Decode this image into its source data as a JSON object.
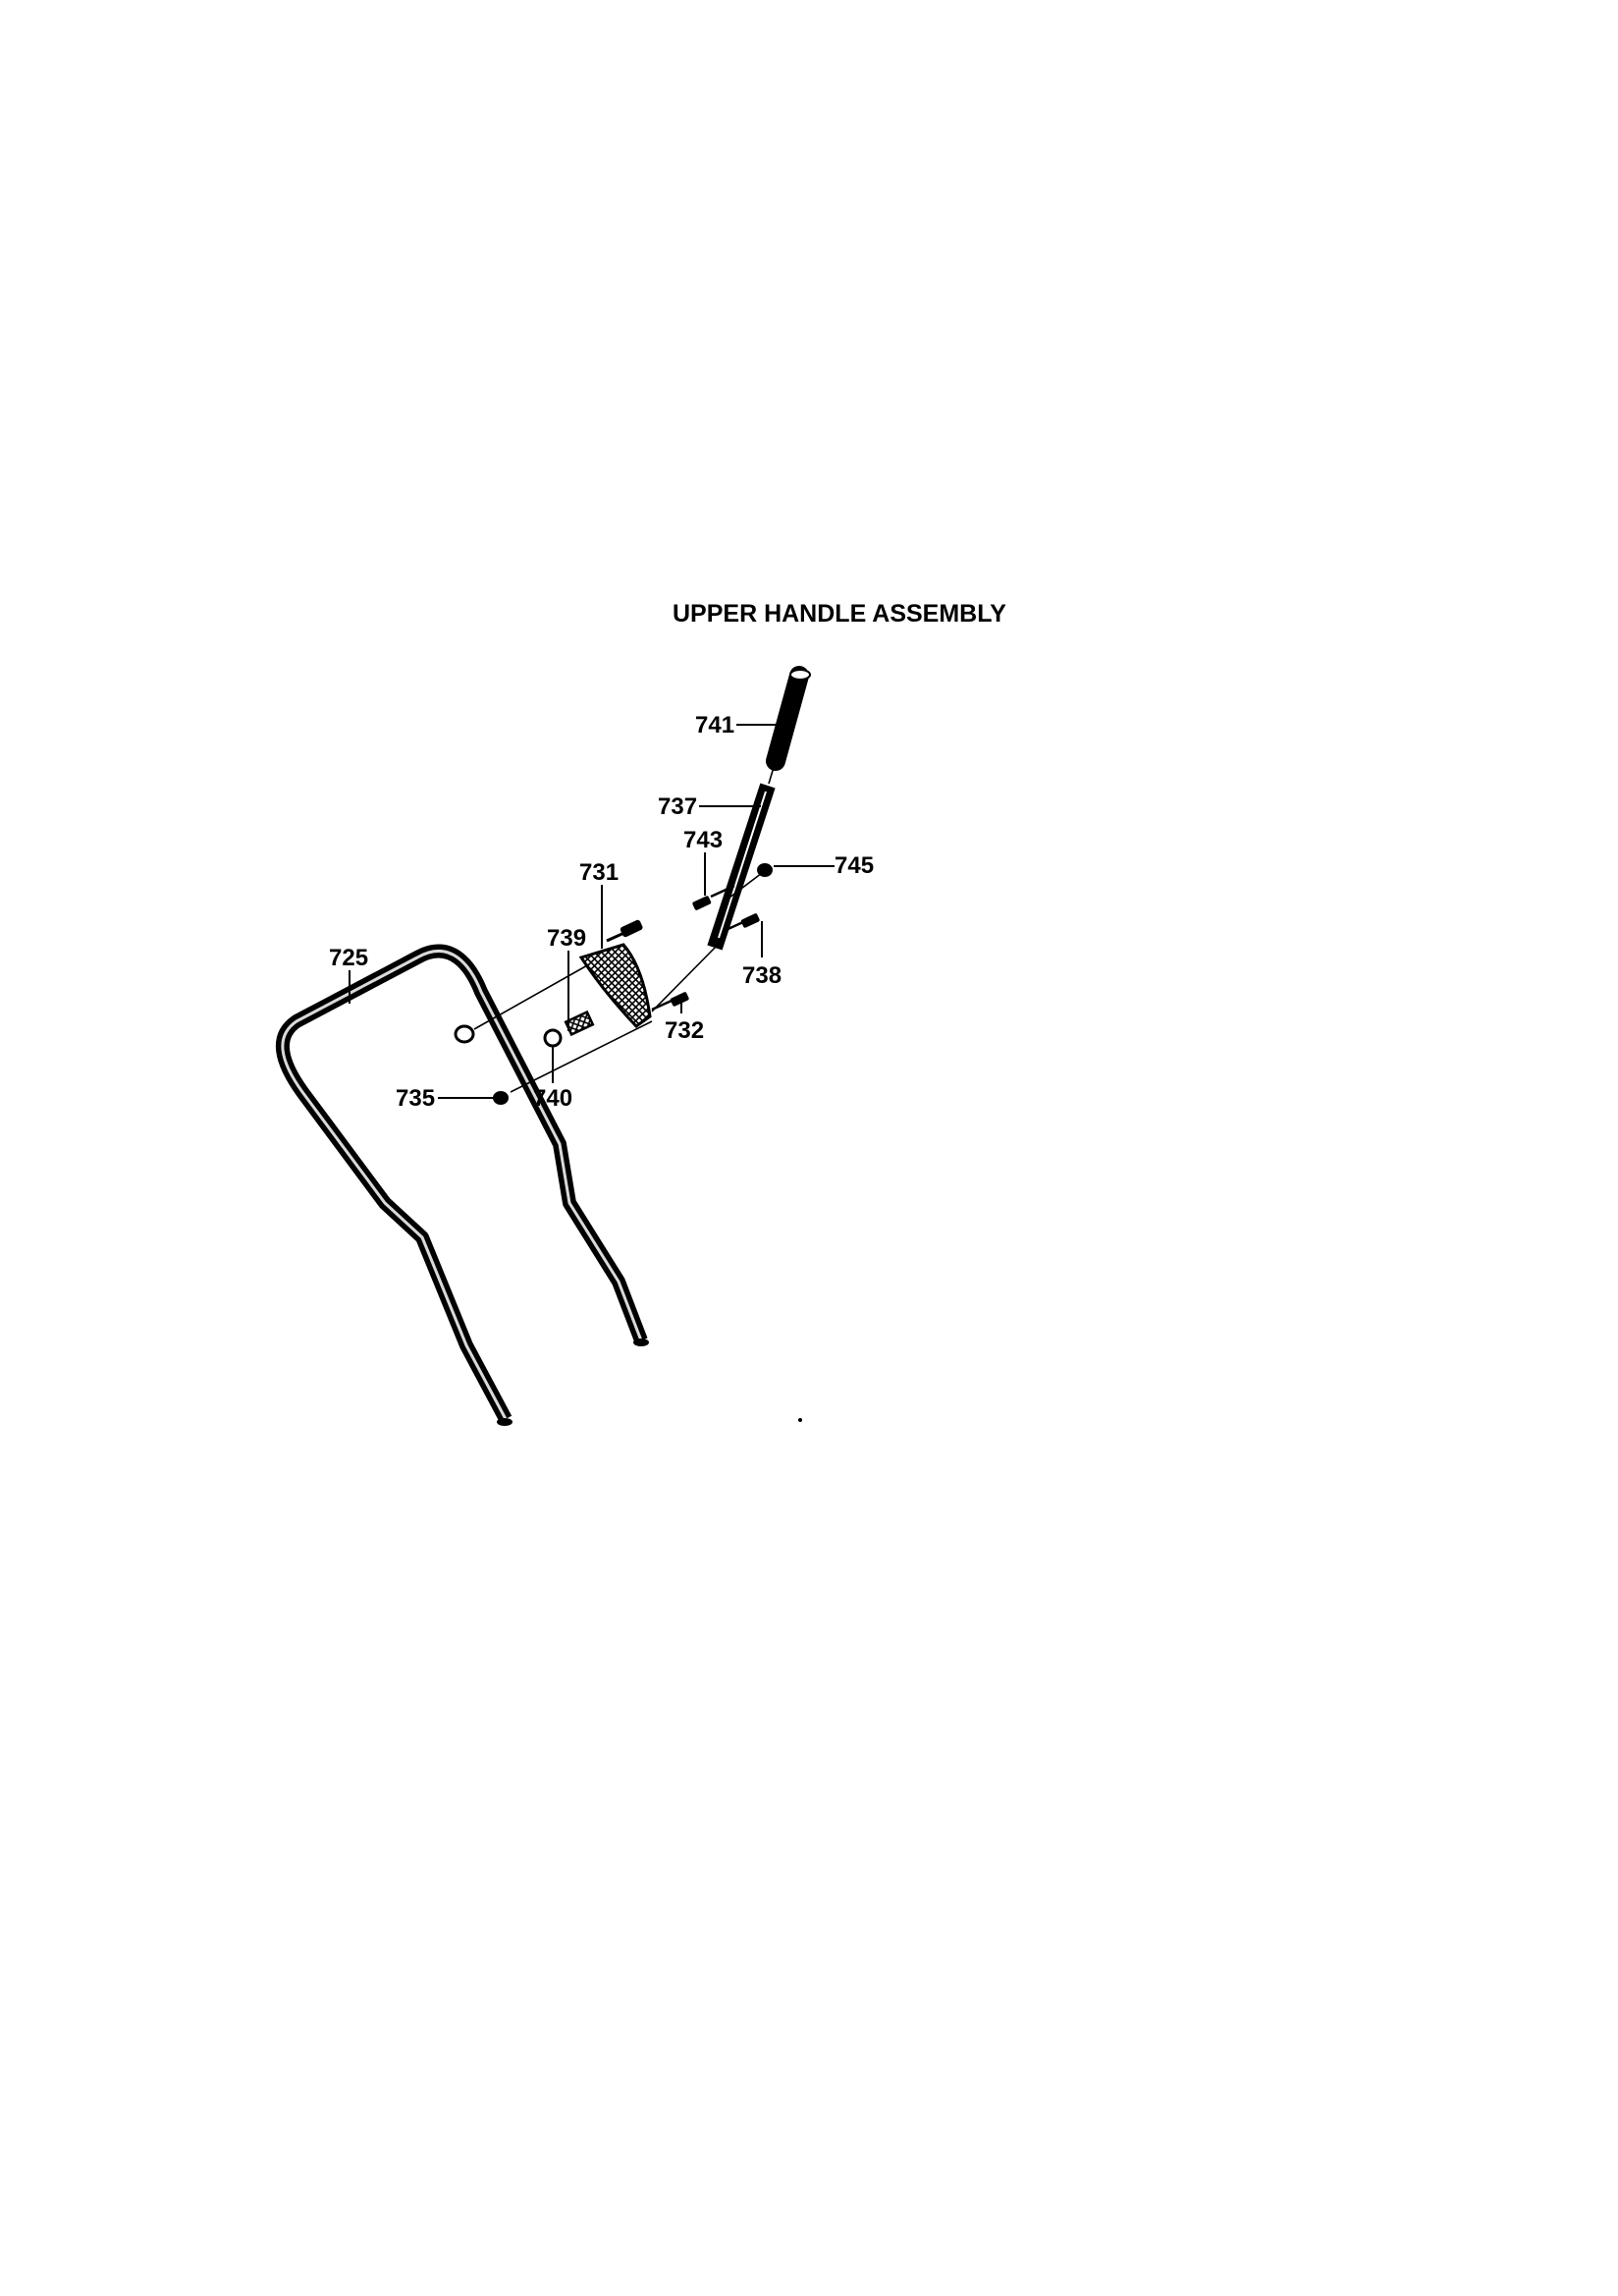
{
  "diagram": {
    "title": "UPPER HANDLE ASSEMBLY",
    "parts": [
      {
        "id": "741",
        "label": "741",
        "part": "grip"
      },
      {
        "id": "737",
        "label": "737",
        "part": "handle-tube"
      },
      {
        "id": "743",
        "label": "743",
        "part": "screw"
      },
      {
        "id": "745",
        "label": "745",
        "part": "nut"
      },
      {
        "id": "731",
        "label": "731",
        "part": "panel"
      },
      {
        "id": "739",
        "label": "739",
        "part": "bolt"
      },
      {
        "id": "725",
        "label": "725",
        "part": "upper-handle"
      },
      {
        "id": "738",
        "label": "738",
        "part": "screw"
      },
      {
        "id": "732",
        "label": "732",
        "part": "screw"
      },
      {
        "id": "735",
        "label": "735",
        "part": "nut"
      },
      {
        "id": "740",
        "label": "740",
        "part": "spring"
      }
    ],
    "colors": {
      "ink": "#000000",
      "paper": "#ffffff"
    }
  }
}
